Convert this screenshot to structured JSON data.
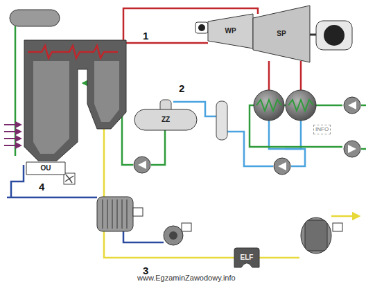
{
  "diagram": {
    "nodes": [
      {
        "text": [
          "WP"
        ]
      },
      {
        "text": [
          "SP"
        ]
      },
      {
        "text": [
          "ZZ"
        ]
      },
      {
        "text": [
          "OU"
        ]
      },
      {
        "text": [
          "ELF"
        ]
      }
    ],
    "labels": [
      "1",
      "2",
      "3",
      "4",
      "INFO",
      "www.EgzaminZawodowy.info"
    ]
  }
}
